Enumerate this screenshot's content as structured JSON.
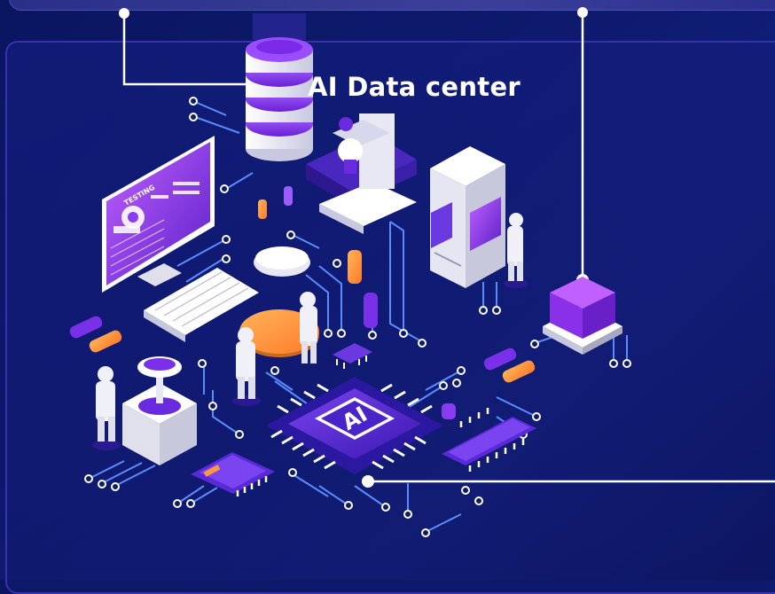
{
  "title": "AI Data center",
  "chip_label": "AI",
  "monitor_label": "TESTING",
  "colors": {
    "background": "#0d1a6e",
    "panel_border": "#3a2fb0",
    "accent_purple": "#8a3cf0",
    "accent_orange": "#ff9a3c",
    "line_white": "#ffffff",
    "line_blue": "#5a8cff"
  }
}
